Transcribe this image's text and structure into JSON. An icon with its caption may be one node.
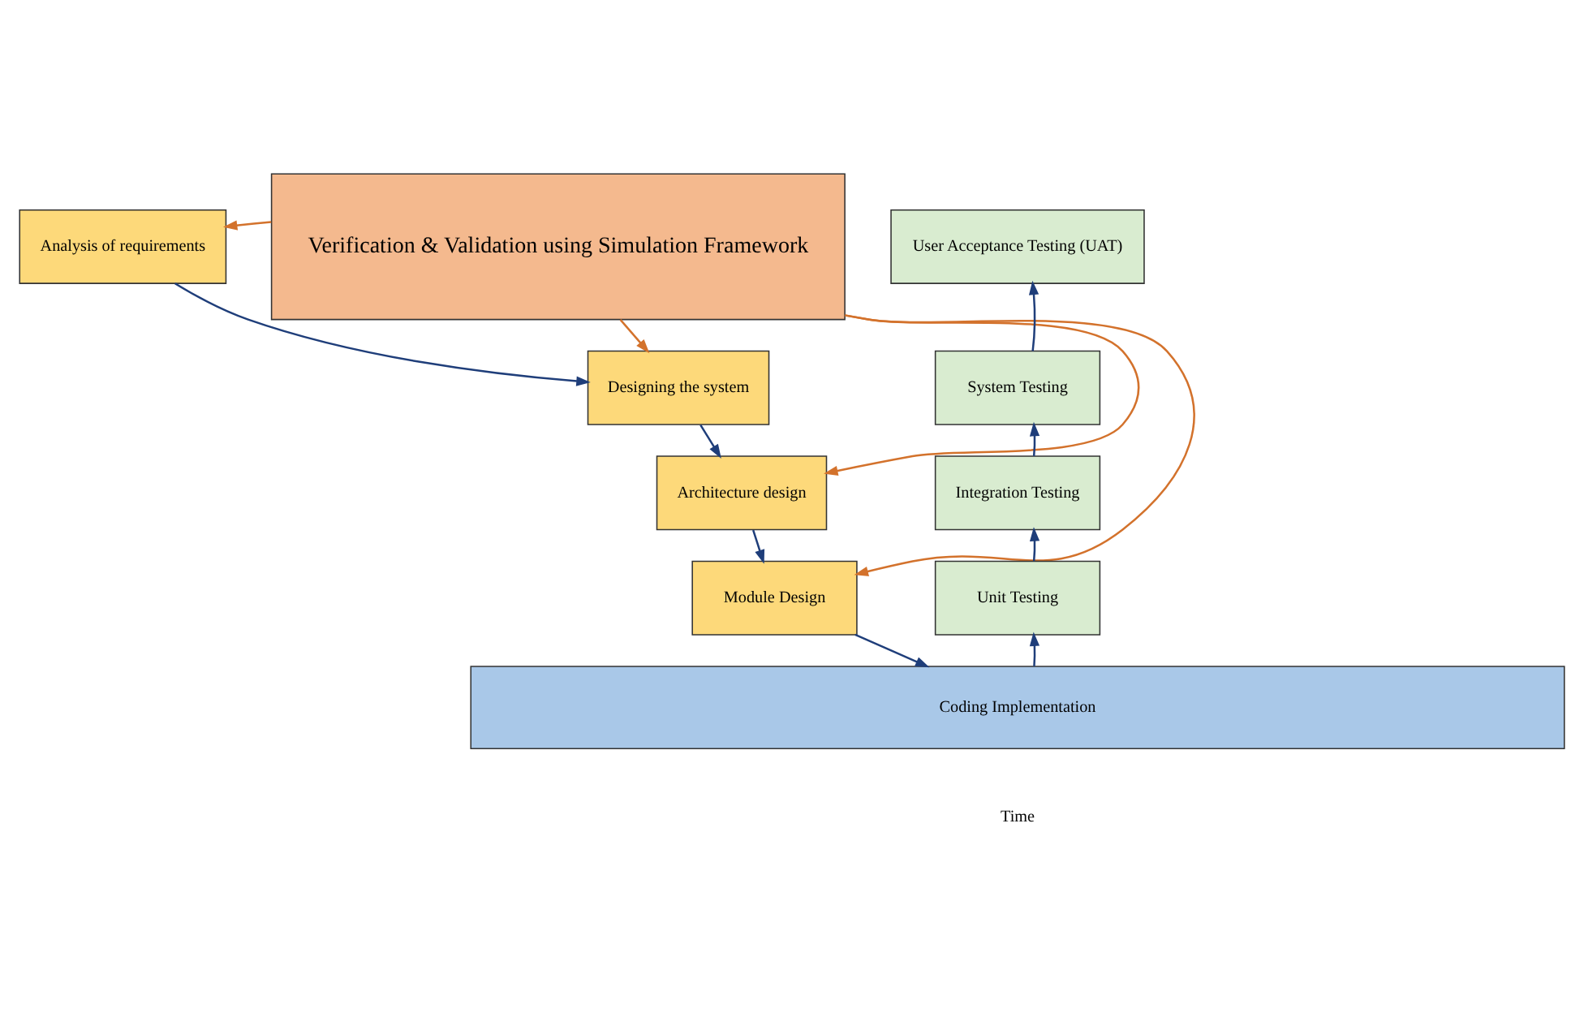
{
  "diagram": {
    "nodes": [
      {
        "text": [
          "Analysis of requirements"
        ]
      },
      {
        "text": [
          "Designing the system"
        ]
      },
      {
        "text": [
          "Architecture design"
        ]
      },
      {
        "text": [
          "Module Design"
        ]
      },
      {
        "text": [
          "Verification & Validation using Simulation Framework"
        ]
      },
      {
        "text": [
          "Coding Implementation"
        ]
      },
      {
        "text": [
          "Unit Testing"
        ]
      },
      {
        "text": [
          "Integration Testing"
        ]
      },
      {
        "text": [
          "System Testing"
        ]
      },
      {
        "text": [
          "User Acceptance Testing (UAT)"
        ]
      }
    ],
    "edges": [
      {
        "from": 4,
        "to": 0,
        "arrow": "to",
        "color": "#d3722c"
      },
      {
        "from": 4,
        "to": 1,
        "arrow": "to",
        "color": "#d3722c"
      },
      {
        "from": 4,
        "to": 2,
        "arrow": "to",
        "color": "#d3722c"
      },
      {
        "from": 4,
        "to": 3,
        "arrow": "to",
        "color": "#d3722c"
      },
      {
        "from": 0,
        "to": 1,
        "arrow": "to"
      },
      {
        "from": 1,
        "to": 2,
        "arrow": "to"
      },
      {
        "from": 2,
        "to": 3,
        "arrow": "to"
      },
      {
        "from": 3,
        "to": 5,
        "arrow": "to"
      },
      {
        "from": 5,
        "to": 6,
        "arrow": "to"
      },
      {
        "from": 6,
        "to": 7,
        "arrow": "to"
      },
      {
        "from": 7,
        "to": 8,
        "arrow": "to"
      },
      {
        "from": 8,
        "to": 9,
        "arrow": "to"
      }
    ],
    "labels": [
      "Time"
    ]
  }
}
